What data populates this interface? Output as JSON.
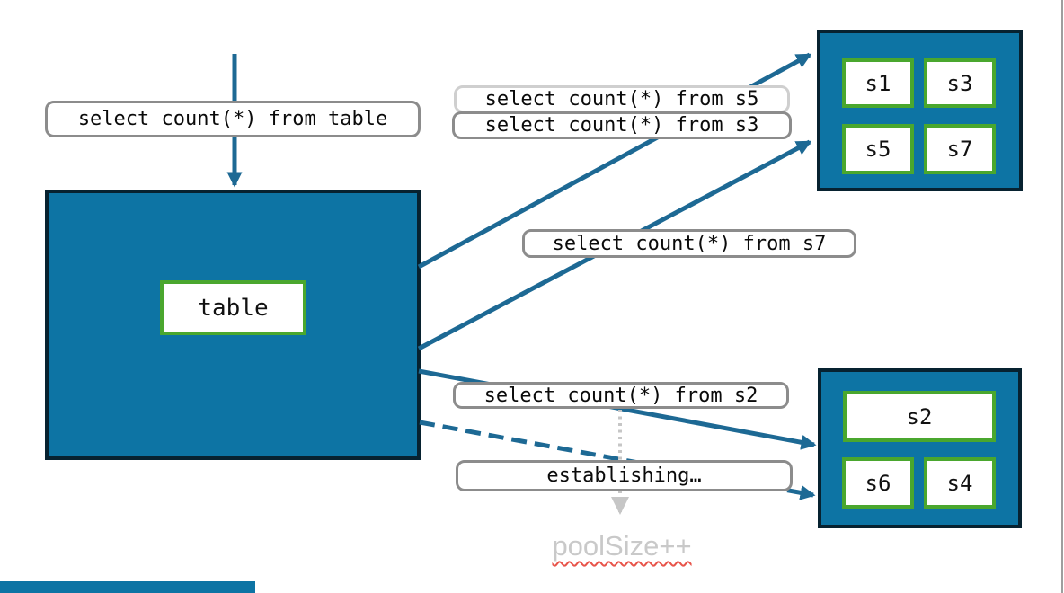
{
  "diagram": {
    "queries": {
      "table": "select count(*) from table",
      "s5": "select count(*) from s5",
      "s3": "select count(*) from s3",
      "s7": "select count(*) from s7",
      "s2": "select count(*) from s2",
      "establishing": "establishing…"
    },
    "main_table": {
      "label": "table"
    },
    "shards": {
      "top": [
        "s1",
        "s3",
        "s5",
        "s7"
      ],
      "bottom": [
        "s2",
        "s6",
        "s4"
      ]
    },
    "annotation": {
      "pool_size": "poolSize++"
    },
    "colors": {
      "teal_fill": "#0d74a4",
      "dark_border": "#072230",
      "green_border": "#4aa72e",
      "arrow_teal": "#1d6994",
      "label_border": "#8c8c8c",
      "label_border_light": "#cfcfcf",
      "muted_gray": "#c8c8c8",
      "squiggle_red": "#e8544a"
    }
  }
}
